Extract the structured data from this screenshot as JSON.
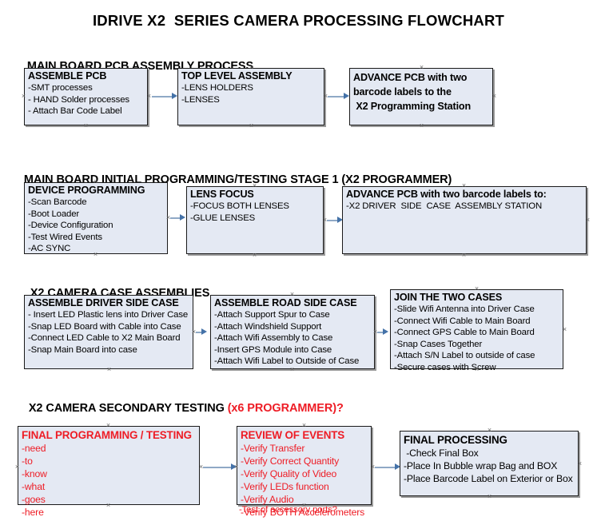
{
  "title": "IDRIVE X2  SERIES CAMERA PROCESSING FLOWCHART",
  "colors": {
    "box_fill": "#e4e9f3",
    "box_border": "#1a1a1a",
    "connector": "#8fa9c6",
    "arrow_head": "#4472a8",
    "accent_red": "#ee1c25",
    "text": "#000000",
    "background": "#ffffff"
  },
  "sections": [
    {
      "heading": "MAIN BOARD PCB ASSEMBLY PROCESS",
      "heading_accent": "",
      "boxes": [
        {
          "title": "ASSEMBLE PCB",
          "lines": [
            "-SMT processes",
            "- HAND Solder processes",
            "- Attach Bar Code Label"
          ]
        },
        {
          "title": "TOP LEVEL ASSEMBLY",
          "lines": [
            "-LENS HOLDERS",
            "-LENSES"
          ]
        },
        {
          "title": "",
          "lines": [
            "ADVANCE PCB with two",
            "barcode labels to the",
            " X2 Programming Station"
          ]
        }
      ]
    },
    {
      "heading": "MAIN BOARD INITIAL PROGRAMMING/TESTING STAGE 1 (X2 PROGRAMMER)",
      "heading_accent": "",
      "boxes": [
        {
          "title": "DEVICE PROGRAMMING",
          "lines": [
            "-Scan Barcode",
            "-Boot Loader",
            "-Device Configuration",
            "-Test Wired Events",
            "-AC SYNC"
          ]
        },
        {
          "title": "LENS FOCUS",
          "lines": [
            "-FOCUS BOTH LENSES",
            "-GLUE LENSES"
          ]
        },
        {
          "title": "ADVANCE PCB with two barcode labels to:",
          "lines": [
            "-X2 DRIVER  SIDE  CASE  ASSEMBLY STATION"
          ]
        }
      ]
    },
    {
      "heading": "X2 CAMERA CASE ASSEMBLIES",
      "heading_accent": "",
      "boxes": [
        {
          "title": "ASSEMBLE DRIVER SIDE CASE",
          "lines": [
            "- Insert LED Plastic lens into Driver Case",
            "-Snap LED Board with Cable into Case",
            "-Connect LED Cable to X2 Main Board",
            "-Snap Main Board into case"
          ]
        },
        {
          "title": "ASSEMBLE ROAD SIDE CASE",
          "lines": [
            "-Attach Support Spur to Case",
            "-Attach Windshield Support",
            "-Attach Wifi Assembly to Case",
            "-Insert GPS Module into Case",
            "-Attach Wifi Label to Outside of Case"
          ]
        },
        {
          "title": "JOIN THE TWO CASES",
          "lines": [
            "-Slide Wifi Antenna into Driver Case",
            "-Connect Wifi Cable to Main Board",
            "-Connect GPS Cable to Main Board",
            "-Snap Cases Together",
            "-Attach S/N Label to outside of case",
            "-Secure cases with Screw"
          ]
        }
      ]
    },
    {
      "heading": "X2 CAMERA SECONDARY TESTING ",
      "heading_accent": "(x6 PROGRAMMER)?",
      "boxes": [
        {
          "title": "FINAL PROGRAMMING / TESTING",
          "lines": [
            "-need",
            "-to",
            "-know",
            "-what",
            "-goes",
            "-here"
          ]
        },
        {
          "title": "REVIEW OF EVENTS",
          "lines": [
            "-Verify Transfer",
            "-Verify Correct Quantity",
            "-Verify Quality of Video",
            "-Verify LEDs function",
            "-Verify Audio",
            "-Verify BOTH Accelerometers"
          ],
          "overflow_line": "-Test of accessory ports?"
        },
        {
          "title": "FINAL PROCESSING",
          "lines": [
            " -Check Final Box",
            "-Place In Bubble wrap Bag and BOX",
            "-Place Barcode Label on Exterior or Box"
          ]
        }
      ]
    }
  ]
}
